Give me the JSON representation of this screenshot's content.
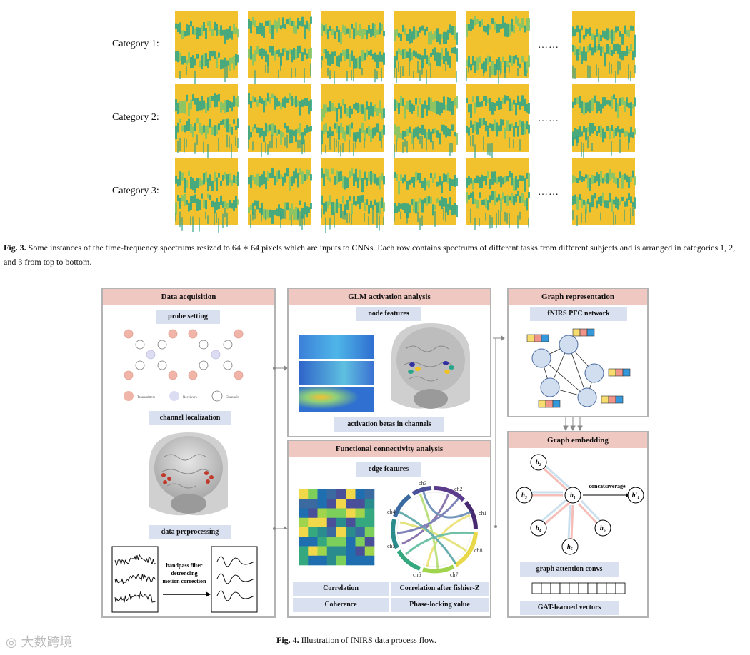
{
  "fig3": {
    "row_labels": [
      "Category 1:",
      "Category 2:",
      "Category 3:"
    ],
    "ellipsis": "……",
    "caption_label": "Fig. 3.",
    "caption_text": "Some instances of the time-frequency spectrums resized to 64 ∗ 64 pixels which are inputs to CNNs. Each row contains spectrums of different tasks from different subjects and is arranged in categories 1, 2, and 3 from top to bottom."
  },
  "fig4": {
    "data_acquisition": {
      "title": "Data acquisition",
      "probe_setting": "probe setting",
      "legend": [
        "Transmitters",
        "Receivers",
        "Channels"
      ],
      "channel_localization": "channel localization",
      "data_preprocessing": "data preprocessing",
      "preprocess_steps": [
        "bandpass filter",
        "detrending",
        "motion correction"
      ]
    },
    "glm": {
      "title": "GLM activation analysis",
      "node_features": "node features",
      "activation_betas": "activation betas in channels"
    },
    "functional": {
      "title": "Functional connectivity analysis",
      "edge_features": "edge features",
      "chord_labels": [
        "ch1",
        "ch2",
        "ch3",
        "ch4",
        "ch5",
        "ch6",
        "ch7",
        "ch8"
      ],
      "metrics": [
        "Correlation",
        "Correlation after fishier-Z",
        "Coherence",
        "Phase-locking value"
      ]
    },
    "graph_representation": {
      "title": "Graph representation",
      "network": "fNIRS PFC network"
    },
    "graph_embedding": {
      "title": "Graph embedding",
      "nodes": [
        "h₂",
        "h₃",
        "h₁",
        "h₄",
        "h₅",
        "h₆",
        "h′₁"
      ],
      "concat": "concat/average",
      "graph_attention": "graph attention convs",
      "gat_vectors": "GAT-learned vectors"
    },
    "caption_label": "Fig. 4.",
    "caption_text": "Illustration of fNIRS data process flow."
  },
  "watermark": "大数跨境",
  "colors": {
    "panel_title": "#f0c8c2",
    "tag": "#d9e0f0",
    "spec_yellow": "#f2c12e",
    "spec_green": "#2aa58a"
  }
}
